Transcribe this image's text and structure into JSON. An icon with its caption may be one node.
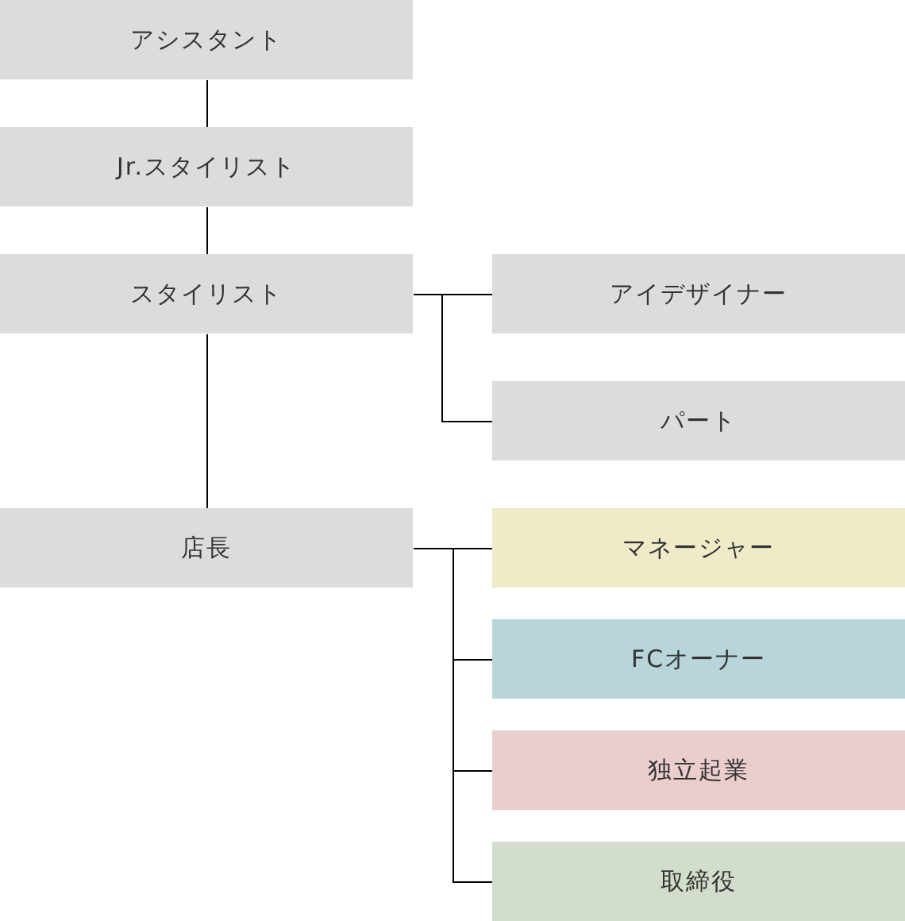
{
  "diagram": {
    "nodes": [
      {
        "text": [
          "アシスタント"
        ]
      },
      {
        "text": [
          "Jr.スタイリスト"
        ]
      },
      {
        "text": [
          "スタイリスト"
        ]
      },
      {
        "text": [
          "アイデザイナー"
        ]
      },
      {
        "text": [
          "パート"
        ]
      },
      {
        "text": [
          "店長"
        ]
      },
      {
        "text": [
          "マネージャー"
        ]
      },
      {
        "text": [
          "FCオーナー"
        ]
      },
      {
        "text": [
          "独立起業"
        ]
      },
      {
        "text": [
          "取締役"
        ]
      }
    ],
    "edges": [
      {
        "from": 0,
        "to": 1,
        "arrow": "none"
      },
      {
        "from": 1,
        "to": 2,
        "arrow": "none"
      },
      {
        "from": 2,
        "to": 3,
        "arrow": "none"
      },
      {
        "from": 2,
        "to": 4,
        "arrow": "none"
      },
      {
        "from": 2,
        "to": 5,
        "arrow": "none"
      },
      {
        "from": 5,
        "to": 6,
        "arrow": "none"
      },
      {
        "from": 5,
        "to": 7,
        "arrow": "none"
      },
      {
        "from": 5,
        "to": 8,
        "arrow": "none"
      },
      {
        "from": 5,
        "to": 9,
        "arrow": "none"
      }
    ]
  }
}
